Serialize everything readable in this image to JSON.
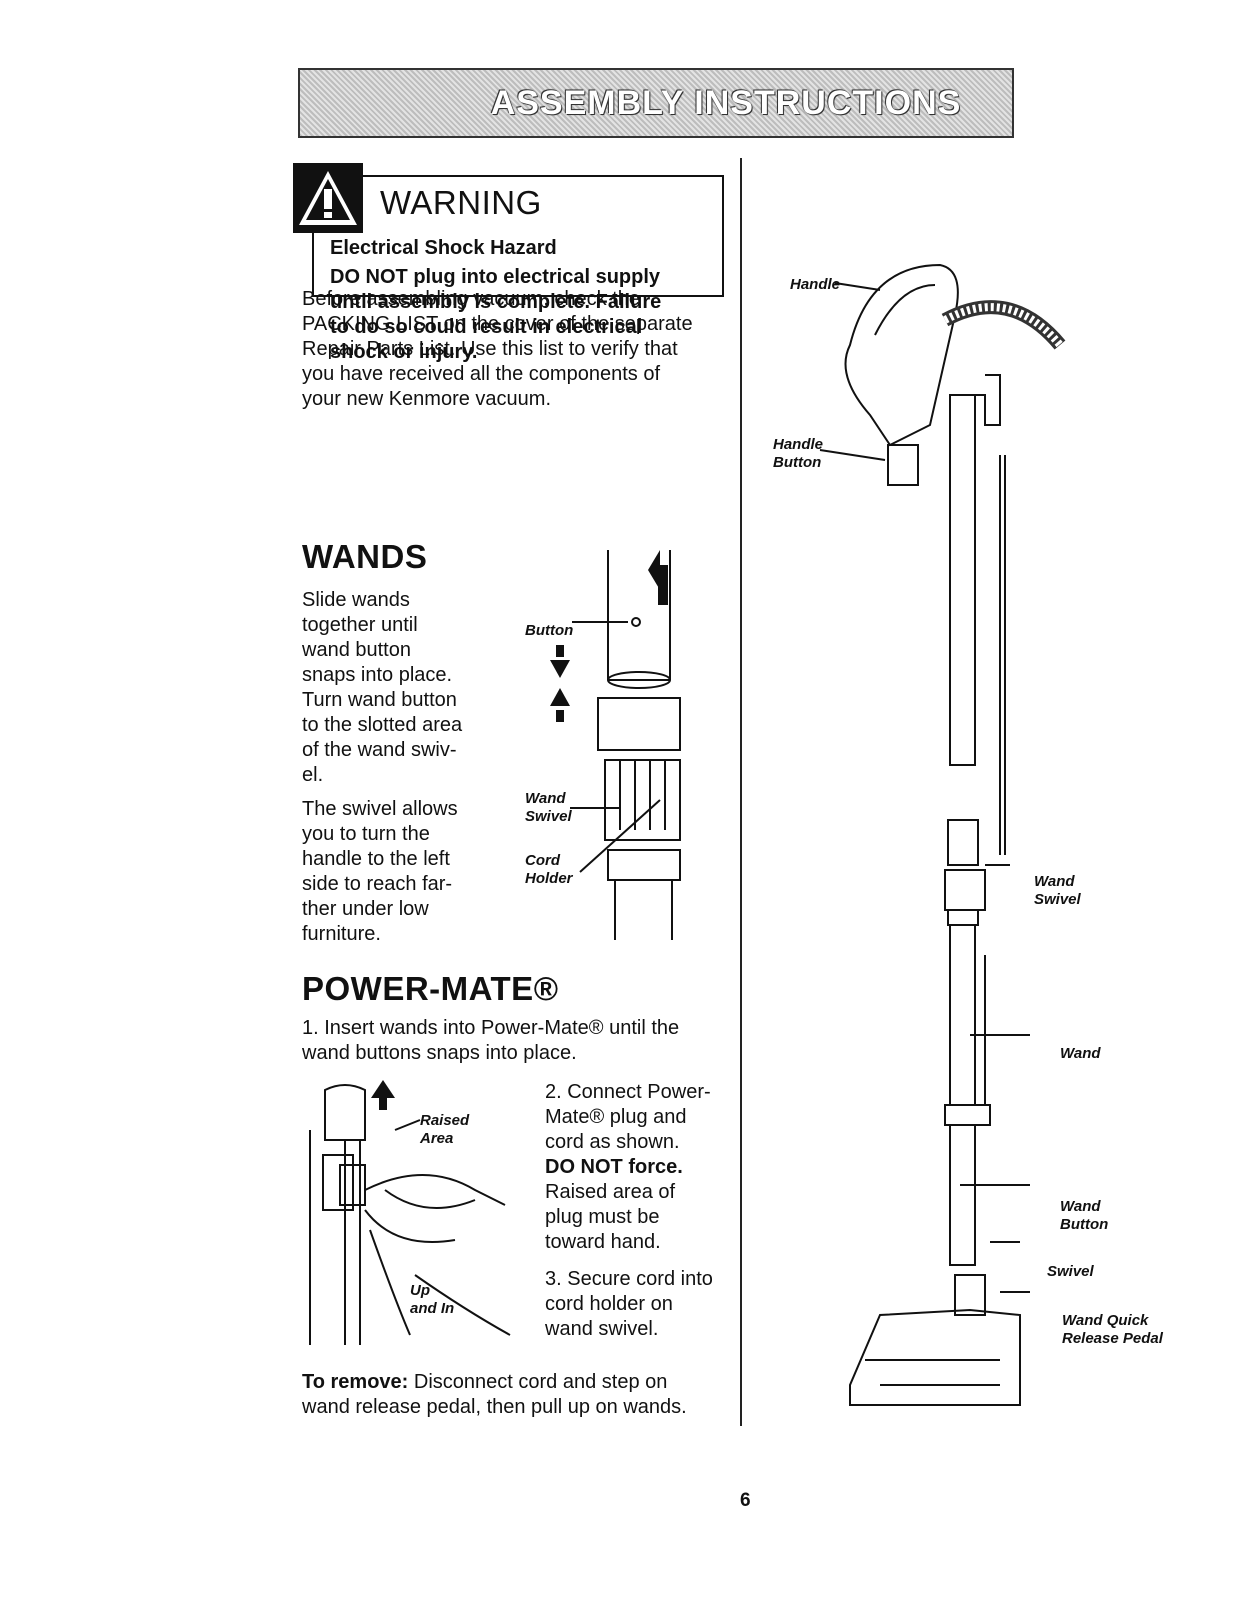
{
  "header": {
    "title": "ASSEMBLY INSTRUCTIONS"
  },
  "warning": {
    "title": "WARNING",
    "subtitle": "Electrical Shock Hazard",
    "lines": [
      "DO NOT plug into electrical supply",
      "until assembly is complete. Failure",
      "to do so could result in electrical",
      "shock or injury."
    ]
  },
  "intro": {
    "lines": [
      "Before assembling vacuum, check the",
      "PACKING LIST on the cover of the separate",
      "Repair Parts List. Use this list to verify that",
      "you have received all the components of",
      "your new Kenmore vacuum."
    ]
  },
  "wands": {
    "heading": "WANDS",
    "p1": [
      "Slide wands",
      "together until",
      "wand button",
      "snaps into place.",
      "Turn wand button",
      "to the slotted area",
      "of the wand swiv-",
      "el."
    ],
    "p2": [
      "The swivel allows",
      "you to turn the",
      "handle to the left",
      "side to reach far-",
      "ther under low",
      "furniture."
    ],
    "labels": {
      "button": "Button",
      "wand": "Wand",
      "swivel": "Swivel",
      "cord": "Cord",
      "holder": "Holder"
    }
  },
  "powermate": {
    "heading": "POWER-MATE®",
    "step1": [
      "1. Insert wands into Power-Mate® until the",
      "wand buttons snaps into place."
    ],
    "step2": [
      "2. Connect Power-",
      "Mate® plug and",
      "cord as shown."
    ],
    "step2_bold": "DO NOT force.",
    "step2_rest": [
      "Raised area of",
      "plug must be",
      "toward hand."
    ],
    "step3": [
      "3. Secure cord into",
      "cord holder on",
      "wand swivel."
    ],
    "labels": {
      "raised": "Raised",
      "area": "Area",
      "up": "Up",
      "and_in": "and In"
    },
    "remove_bold": "To remove:",
    "remove_rest": " Disconnect cord and step on",
    "remove_line2": "wand release pedal, then pull up on wands."
  },
  "diagram": {
    "handle": "Handle",
    "handle_button_1": "Handle",
    "handle_button_2": "Button",
    "wand_swivel_1": "Wand",
    "wand_swivel_2": "Swivel",
    "wand": "Wand",
    "wand_button_1": "Wand",
    "wand_button_2": "Button",
    "swivel": "Swivel",
    "release_1": "Wand Quick",
    "release_2": "Release Pedal"
  },
  "page_number": "6"
}
